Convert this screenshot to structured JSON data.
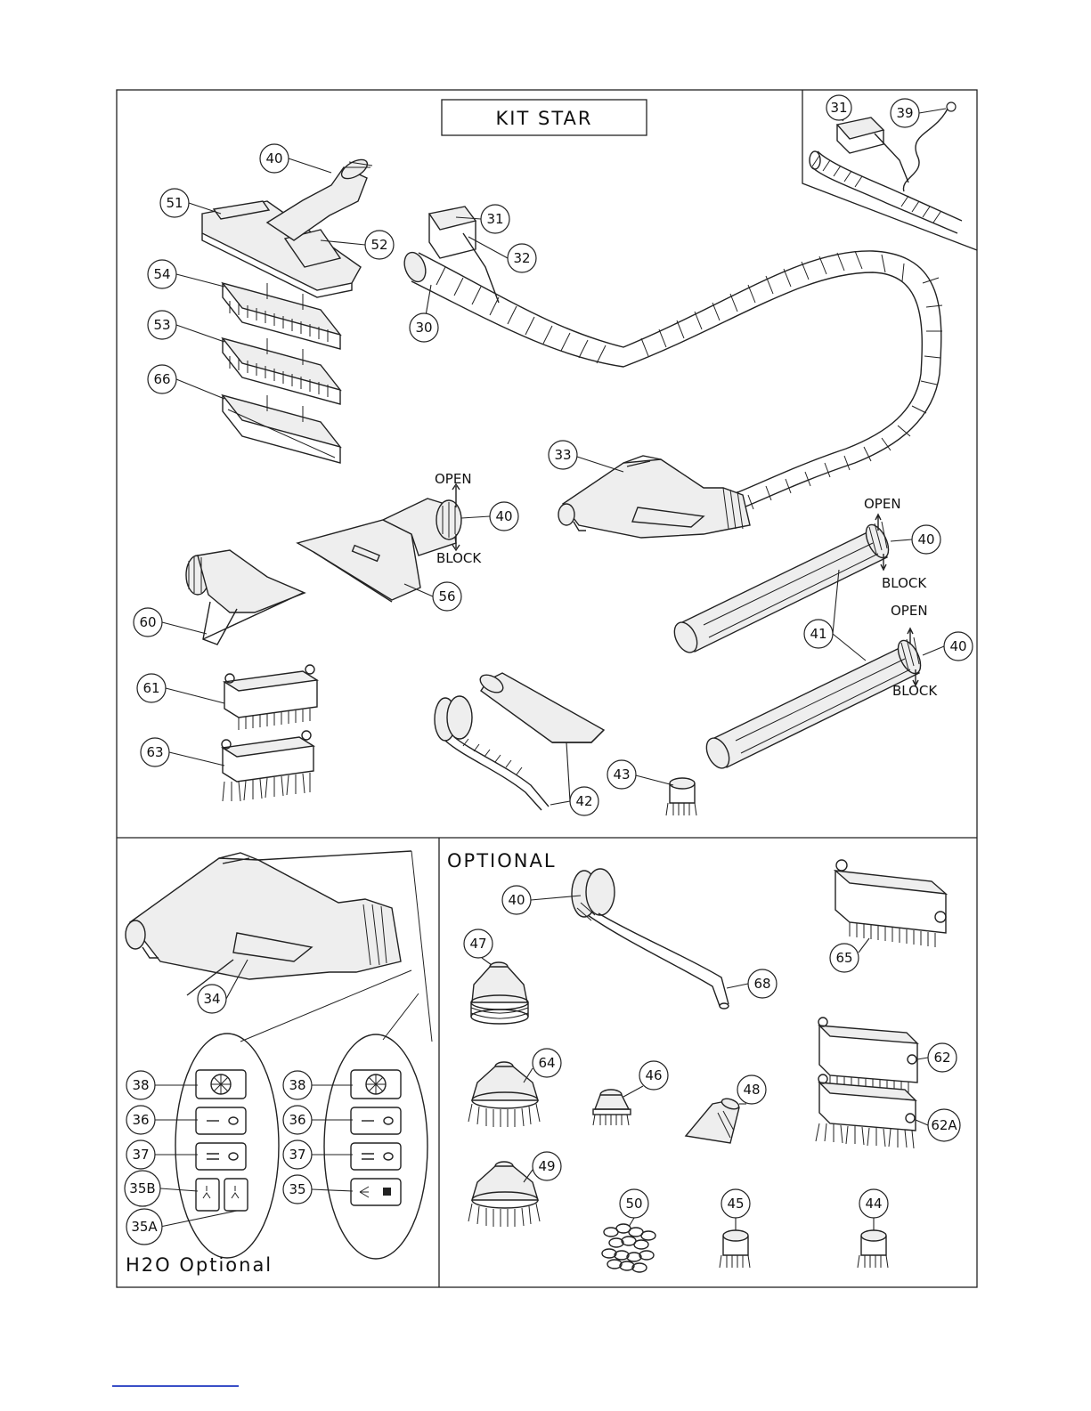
{
  "title": "KIT STAR",
  "optional_title": "OPTIONAL",
  "h2o_title": "H2O  Optional",
  "directions": {
    "open": "OPEN",
    "block": "BLOCK"
  },
  "labels": {
    "c31_inset": "31",
    "c39": "39",
    "c40_top": "40",
    "c51": "51",
    "c52": "52",
    "c54": "54",
    "c53": "53",
    "c66": "66",
    "c31": "31",
    "c32": "32",
    "c30": "30",
    "c33": "33",
    "c40_mid": "40",
    "c56": "56",
    "c60": "60",
    "c61": "61",
    "c63": "63",
    "c40_r1": "40",
    "c41": "41",
    "c40_r2": "40",
    "c42": "42",
    "c43": "43",
    "c34": "34",
    "c38a": "38",
    "c36a": "36",
    "c37a": "37",
    "c35b": "35B",
    "c35a": "35A",
    "c38b": "38",
    "c36b": "36",
    "c37b": "37",
    "c35": "35",
    "c40_opt": "40",
    "c47": "47",
    "c68": "68",
    "c65": "65",
    "c64": "64",
    "c46": "46",
    "c48": "48",
    "c62": "62",
    "c62a": "62A",
    "c49": "49",
    "c50": "50",
    "c45": "45",
    "c44": "44"
  },
  "colors": {
    "line": "#222222",
    "paper": "#ffffff",
    "footer_link": "#3a4fc7"
  }
}
